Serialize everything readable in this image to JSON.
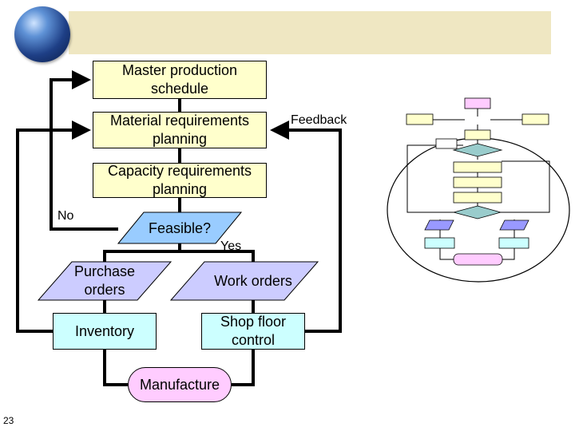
{
  "nodes": {
    "mps": "Master production schedule",
    "mrp": "Material requirements planning",
    "crp": "Capacity requirements planning",
    "feasible": "Feasible?",
    "purchase": "Purchase orders",
    "work": "Work orders",
    "inventory": "Inventory",
    "shop": "Shop floor control",
    "manufacture": "Manufacture"
  },
  "labels": {
    "no": "No",
    "yes": "Yes",
    "feedback": "Feedback"
  },
  "page_number": "23",
  "colors": {
    "box_fill": "#ffffcc",
    "decision_fill": "#99ccff",
    "order_fill": "#ccccff",
    "control_fill": "#ccffff",
    "terminal_fill": "#ffccff",
    "banner": "#efe7c2"
  }
}
